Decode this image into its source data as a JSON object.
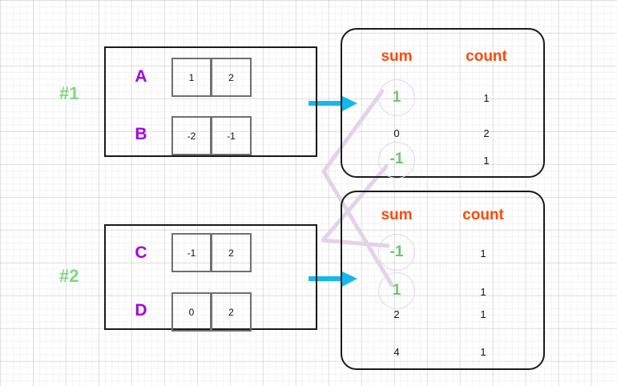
{
  "diagram": {
    "title": "Partition sum/count aggregation diagram",
    "colors": {
      "group_label": "#7ed87e",
      "row_name": "#a400e0",
      "column_header": "#fc4a08",
      "highlight_value": "#72c472",
      "arrow": "#14b8ef",
      "connector": "#e3d2ea",
      "box_border": "#1a1a1a",
      "cell_border": "#707070"
    }
  },
  "partitions": [
    {
      "label": "#1",
      "rows": [
        {
          "name": "A",
          "cells": [
            "1",
            "2"
          ]
        },
        {
          "name": "B",
          "cells": [
            "-2",
            "-1"
          ]
        }
      ]
    },
    {
      "label": "#2",
      "rows": [
        {
          "name": "C",
          "cells": [
            "-1",
            "2"
          ]
        },
        {
          "name": "D",
          "cells": [
            "0",
            "2"
          ]
        }
      ]
    }
  ],
  "aggregates": [
    {
      "headers": {
        "sum": "sum",
        "count": "count"
      },
      "rows": [
        {
          "sum": "1",
          "count": "1",
          "highlight": true
        },
        {
          "sum": "0",
          "count": "2",
          "highlight": false
        },
        {
          "sum": "-1",
          "count": "1",
          "highlight": true
        }
      ]
    },
    {
      "headers": {
        "sum": "sum",
        "count": "count"
      },
      "rows": [
        {
          "sum": "-1",
          "count": "1",
          "highlight": true
        },
        {
          "sum": "1",
          "count": "1",
          "highlight": true
        },
        {
          "sum": "2",
          "count": "1",
          "highlight": false
        },
        {
          "sum": "4",
          "count": "1",
          "highlight": false
        }
      ]
    }
  ],
  "arrows": [
    {
      "name": "arrow-partition1-to-aggregate1"
    },
    {
      "name": "arrow-partition2-to-aggregate2"
    }
  ],
  "connectors": [
    {
      "name": "connector-sum-1",
      "from": "aggregate1.row0.sum",
      "to": "aggregate2.row1.sum"
    },
    {
      "name": "connector-sum-minus1",
      "from": "aggregate1.row2.sum",
      "to": "aggregate2.row0.sum"
    }
  ]
}
